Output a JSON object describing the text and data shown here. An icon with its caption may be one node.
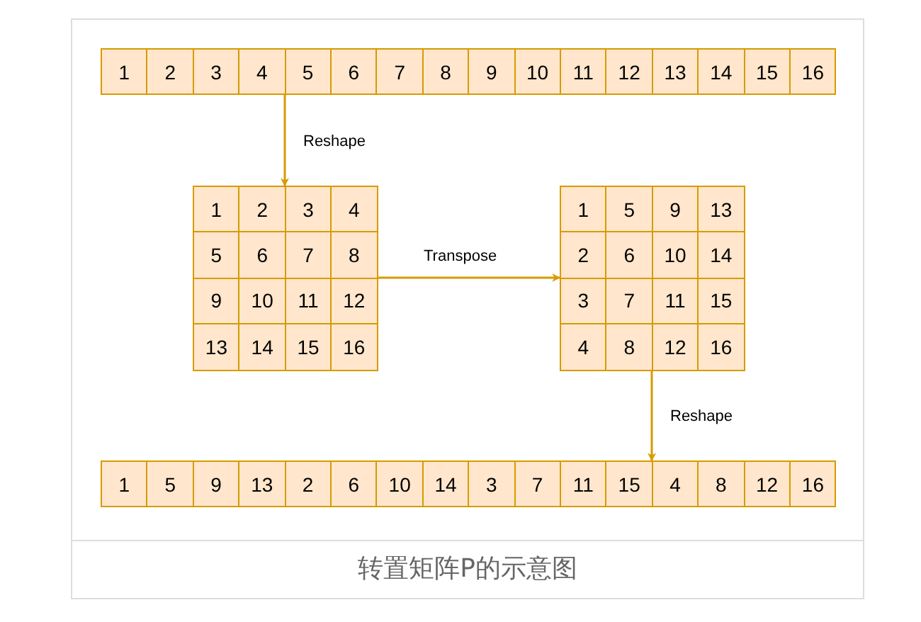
{
  "diagram": {
    "caption": "转置矩阵P的示意图",
    "nodes": [
      {
        "text": [],
        "shape": "box"
      },
      {
        "text": [
          "1"
        ],
        "in": 0
      },
      {
        "text": [
          "2"
        ],
        "in": 0
      },
      {
        "text": [
          "3"
        ],
        "in": 0
      },
      {
        "text": [
          "4"
        ],
        "in": 0
      },
      {
        "text": [
          "5"
        ],
        "in": 0
      },
      {
        "text": [
          "6"
        ],
        "in": 0
      },
      {
        "text": [
          "7"
        ],
        "in": 0
      },
      {
        "text": [
          "8"
        ],
        "in": 0
      },
      {
        "text": [
          "9"
        ],
        "in": 0
      },
      {
        "text": [
          "10"
        ],
        "in": 0
      },
      {
        "text": [
          "11"
        ],
        "in": 0
      },
      {
        "text": [
          "12"
        ],
        "in": 0
      },
      {
        "text": [
          "13"
        ],
        "in": 0
      },
      {
        "text": [
          "14"
        ],
        "in": 0
      },
      {
        "text": [
          "15"
        ],
        "in": 0
      },
      {
        "text": [
          "16"
        ],
        "in": 0
      },
      {
        "text": [],
        "shape": "box"
      },
      {
        "text": [
          "1"
        ],
        "in": 17
      },
      {
        "text": [
          "2"
        ],
        "in": 17
      },
      {
        "text": [
          "3"
        ],
        "in": 17
      },
      {
        "text": [
          "4"
        ],
        "in": 17
      },
      {
        "text": [
          "5"
        ],
        "in": 17
      },
      {
        "text": [
          "6"
        ],
        "in": 17
      },
      {
        "text": [
          "7"
        ],
        "in": 17
      },
      {
        "text": [
          "8"
        ],
        "in": 17
      },
      {
        "text": [
          "9"
        ],
        "in": 17
      },
      {
        "text": [
          "10"
        ],
        "in": 17
      },
      {
        "text": [
          "11"
        ],
        "in": 17
      },
      {
        "text": [
          "12"
        ],
        "in": 17
      },
      {
        "text": [
          "13"
        ],
        "in": 17
      },
      {
        "text": [
          "14"
        ],
        "in": 17
      },
      {
        "text": [
          "15"
        ],
        "in": 17
      },
      {
        "text": [
          "16"
        ],
        "in": 17
      },
      {
        "text": [],
        "shape": "box"
      },
      {
        "text": [
          "1"
        ],
        "in": 34
      },
      {
        "text": [
          "5"
        ],
        "in": 34
      },
      {
        "text": [
          "9"
        ],
        "in": 34
      },
      {
        "text": [
          "13"
        ],
        "in": 34
      },
      {
        "text": [
          "2"
        ],
        "in": 34
      },
      {
        "text": [
          "6"
        ],
        "in": 34
      },
      {
        "text": [
          "10"
        ],
        "in": 34
      },
      {
        "text": [
          "14"
        ],
        "in": 34
      },
      {
        "text": [
          "3"
        ],
        "in": 34
      },
      {
        "text": [
          "7"
        ],
        "in": 34
      },
      {
        "text": [
          "11"
        ],
        "in": 34
      },
      {
        "text": [
          "15"
        ],
        "in": 34
      },
      {
        "text": [
          "4"
        ],
        "in": 34
      },
      {
        "text": [
          "8"
        ],
        "in": 34
      },
      {
        "text": [
          "12"
        ],
        "in": 34
      },
      {
        "text": [
          "16"
        ],
        "in": 34
      },
      {
        "text": [],
        "shape": "box"
      },
      {
        "text": [
          "1"
        ],
        "in": 51
      },
      {
        "text": [
          "5"
        ],
        "in": 51
      },
      {
        "text": [
          "9"
        ],
        "in": 51
      },
      {
        "text": [
          "13"
        ],
        "in": 51
      },
      {
        "text": [
          "2"
        ],
        "in": 51
      },
      {
        "text": [
          "6"
        ],
        "in": 51
      },
      {
        "text": [
          "10"
        ],
        "in": 51
      },
      {
        "text": [
          "14"
        ],
        "in": 51
      },
      {
        "text": [
          "3"
        ],
        "in": 51
      },
      {
        "text": [
          "7"
        ],
        "in": 51
      },
      {
        "text": [
          "11"
        ],
        "in": 51
      },
      {
        "text": [
          "15"
        ],
        "in": 51
      },
      {
        "text": [
          "4"
        ],
        "in": 51
      },
      {
        "text": [
          "8"
        ],
        "in": 51
      },
      {
        "text": [
          "12"
        ],
        "in": 51
      },
      {
        "text": [
          "16"
        ],
        "in": 51
      }
    ],
    "edges": [
      {
        "from": 0,
        "to": 17,
        "arrow": "to",
        "label": "Reshape"
      },
      {
        "from": 17,
        "to": 34,
        "arrow": "to",
        "label": "Transpose"
      },
      {
        "from": 34,
        "to": 51,
        "arrow": "to",
        "label": "Reshape"
      }
    ]
  }
}
